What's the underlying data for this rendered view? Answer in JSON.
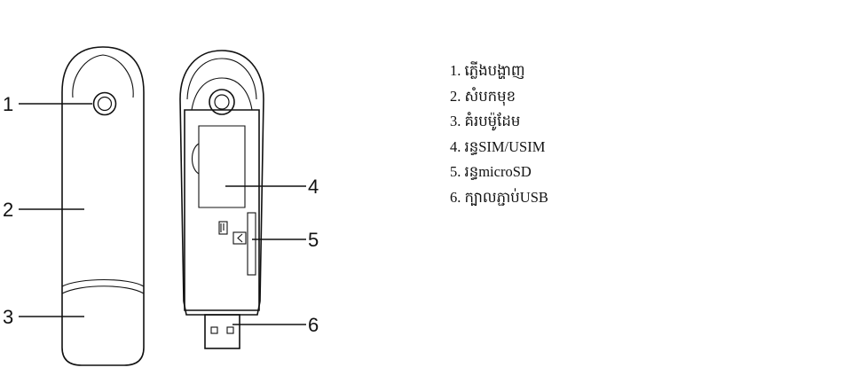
{
  "callouts": {
    "c1": "1",
    "c2": "2",
    "c3": "3",
    "c4": "4",
    "c5": "5",
    "c6": "6"
  },
  "legend": [
    {
      "num": "1.",
      "label": "ភ្លើងបង្ហាញ"
    },
    {
      "num": "2.",
      "label": "សំបកមុខ"
    },
    {
      "num": "3.",
      "label": "គំរបម៉ូដែម"
    },
    {
      "num": "4.",
      "label": "រន្ធSIM/USIM"
    },
    {
      "num": "5.",
      "label": "រន្ធmicroSD"
    },
    {
      "num": "6.",
      "label": "ក្បាលភ្ជាប់USB"
    }
  ]
}
